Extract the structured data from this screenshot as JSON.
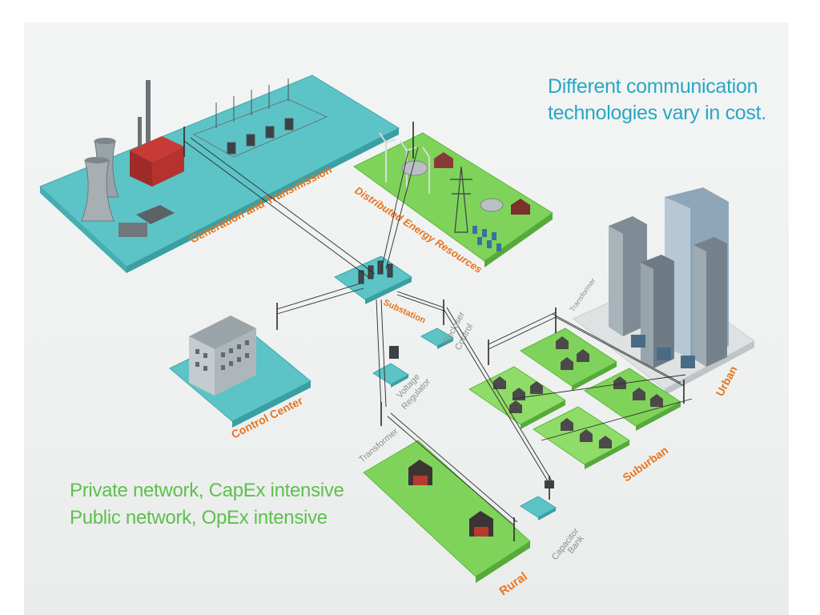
{
  "heading": {
    "line1": "Different communication",
    "line2": "technologies vary in cost.",
    "color": "#2aa6c4"
  },
  "network_note": {
    "private": "Private network, CapEx intensive",
    "public": "Public network, OpEx intensive",
    "color": "#5fbf4f"
  },
  "zones": {
    "generation": "Generation and Transmission",
    "der": "Distributed Energy Resources",
    "substation": "Substation",
    "control_center": "Control Center",
    "urban": "Urban",
    "suburban": "Suburban",
    "rural": "Rural"
  },
  "equipment": {
    "transformer_urban": "Transformer",
    "recloser_line1": "Recloser",
    "recloser_line2": "Control",
    "voltage_line1": "Voltage",
    "voltage_line2": "Regulator",
    "transformer_rural": "Transformer",
    "capacitor_line1": "Capacitor",
    "capacitor_line2": "Bank"
  },
  "colors": {
    "zone_label": "#e8741e",
    "equipment_label": "#8a8f92",
    "teal_platform": "#5cc4c6",
    "green_platform": "#7fd35a",
    "line": "#2b2b2b"
  }
}
